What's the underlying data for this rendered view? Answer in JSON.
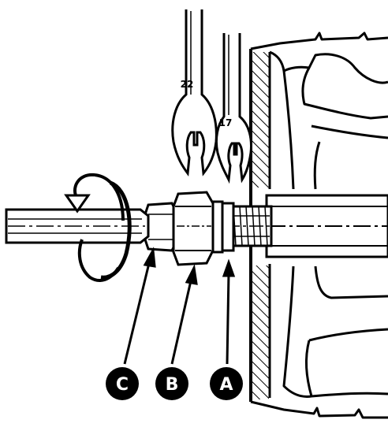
{
  "wrenches": [
    {
      "size_label": "22"
    },
    {
      "size_label": "17"
    }
  ],
  "callouts": [
    {
      "label": "C"
    },
    {
      "label": "B"
    },
    {
      "label": "A"
    }
  ],
  "colors": {
    "line": "#000000",
    "fill": "#ffffff",
    "callout_fill": "#000000",
    "callout_text": "#ffffff"
  }
}
